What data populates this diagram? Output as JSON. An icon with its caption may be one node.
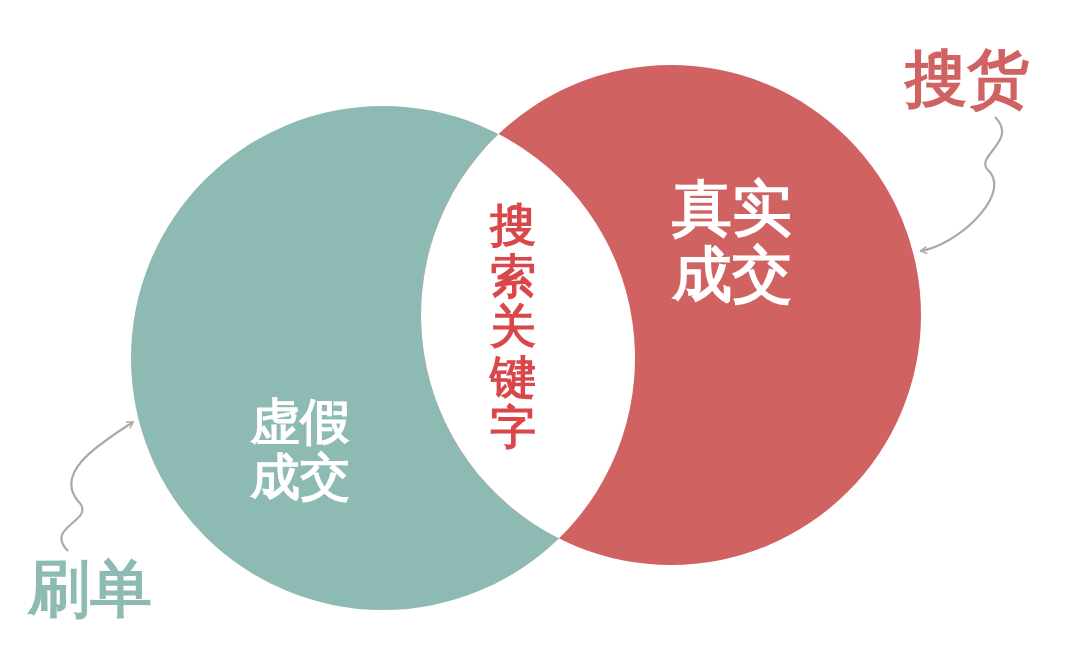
{
  "diagram": {
    "nodes": [
      {
        "text": [
          "虚假成交"
        ]
      },
      {
        "text": [
          "真实成交"
        ]
      },
      {
        "text": [
          "搜索关键字"
        ]
      },
      {
        "text": [
          "刷单"
        ]
      },
      {
        "text": [
          "搜货"
        ]
      }
    ],
    "edges": [
      {
        "from": 3,
        "to": 0,
        "arrow": "to"
      },
      {
        "from": 4,
        "to": 1,
        "arrow": "to"
      }
    ]
  }
}
